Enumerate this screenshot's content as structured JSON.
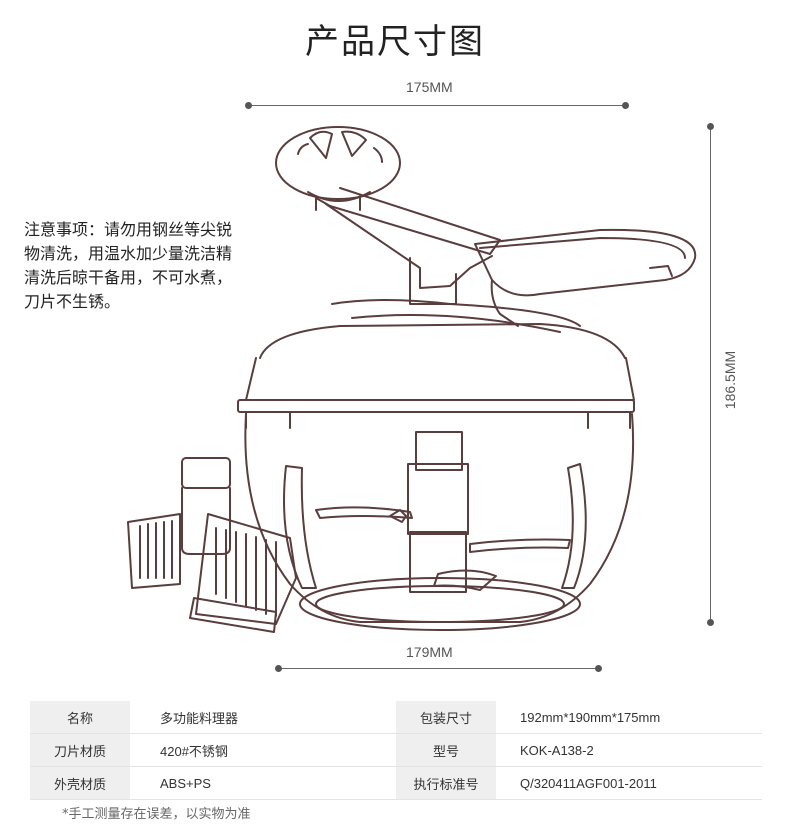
{
  "title": "产品尺寸图",
  "dimensions": {
    "top_width": "175MM",
    "bottom_width": "179MM",
    "height": "186.5MM"
  },
  "note": "注意事项：请勿用钢丝等尖锐物清洗，用温水加少量洗洁精清洗后晾干备用，不可水煮，刀片不生锈。",
  "specs": [
    {
      "k1": "名称",
      "v1": "多功能料理器",
      "k2": "包装尺寸",
      "v2": "192mm*190mm*175mm"
    },
    {
      "k1": "刀片材质",
      "v1": "420#不锈钢",
      "k2": "型号",
      "v2": "KOK-A138-2"
    },
    {
      "k1": "外壳材质",
      "v1": "ABS+PS",
      "k2": "执行标准号",
      "v2": "Q/320411AGF001-2011"
    }
  ],
  "footnote": "*手工测量存在误差，以实物为准",
  "colors": {
    "outline": "#5a3d3d",
    "line": "#666666",
    "table_header": "#efefef"
  }
}
